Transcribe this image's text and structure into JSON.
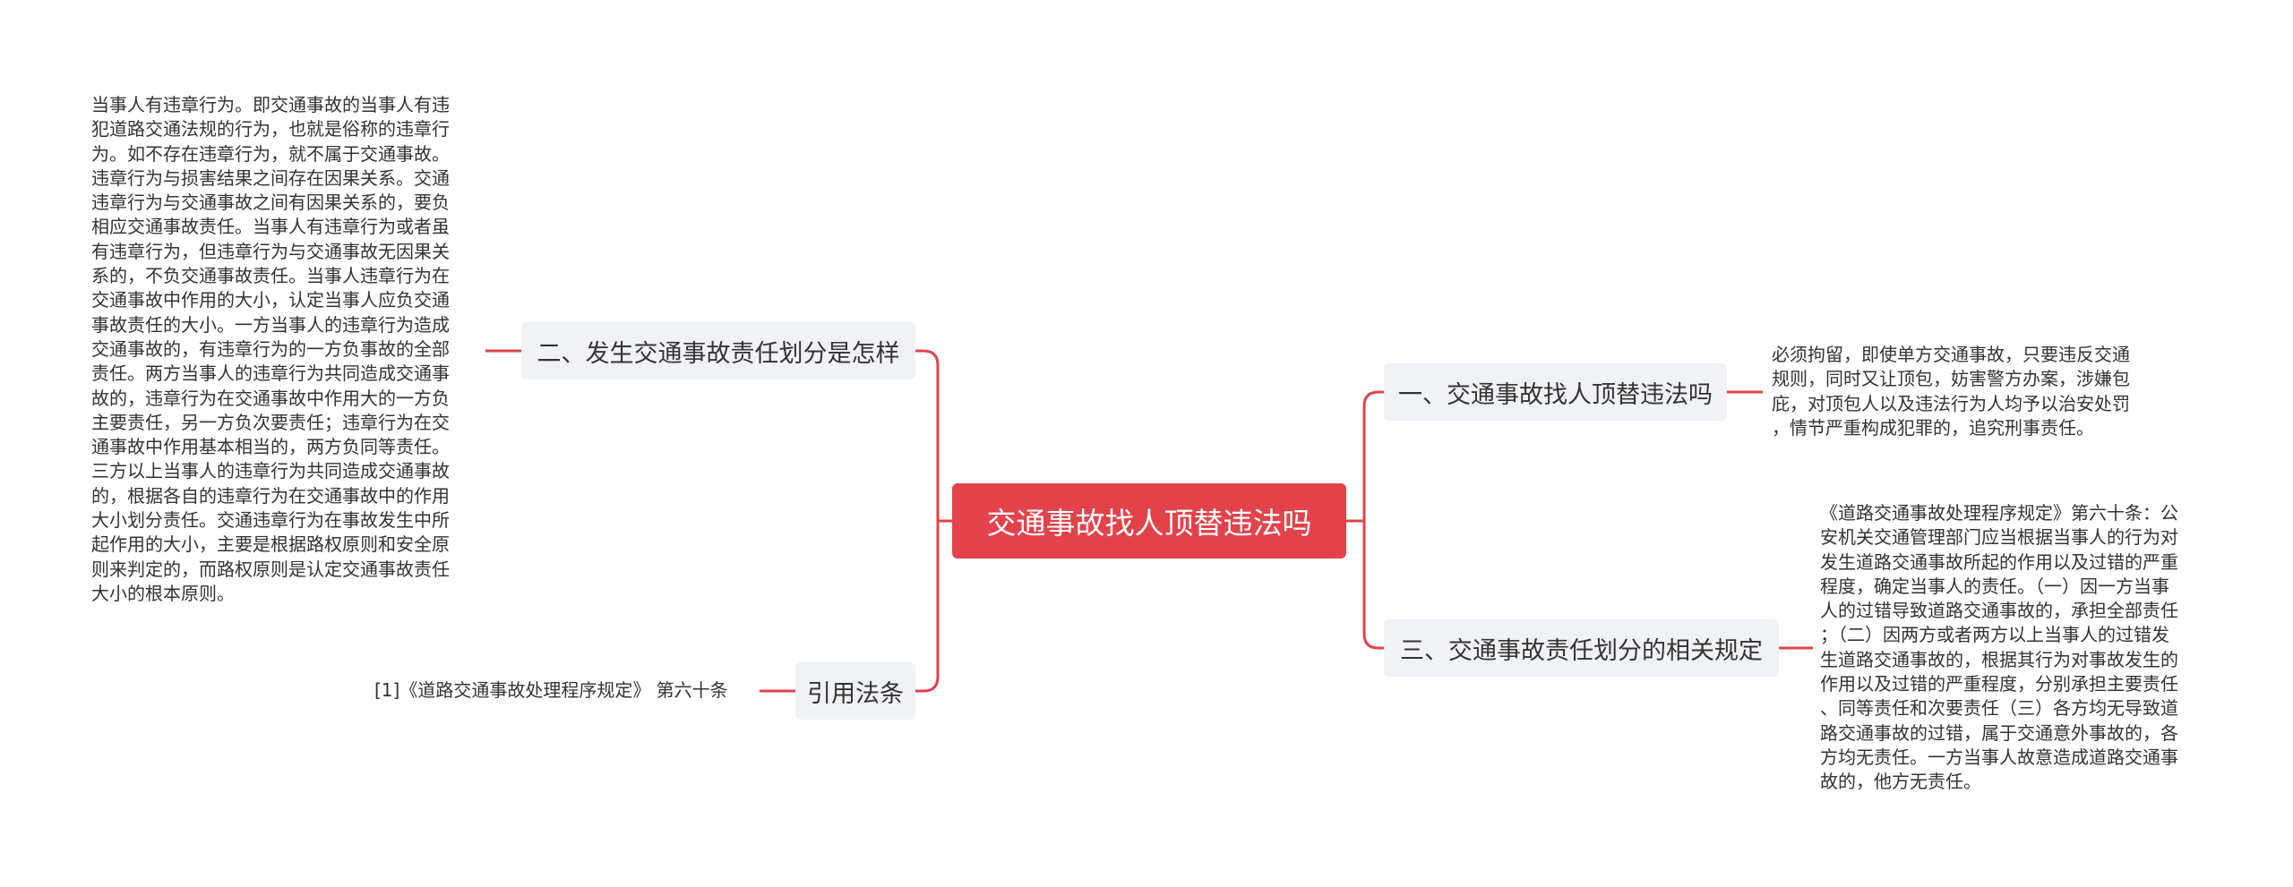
{
  "mindmap": {
    "root": {
      "title": "交通事故找人顶替违法吗"
    },
    "left_branches": [
      {
        "label": "二、发生交通事故责任划分是怎样",
        "detail": "当事人有违章行为。即交通事故的当事人有违\n犯道路交通法规的行为，也就是俗称的违章行\n为。如不存在违章行为，就不属于交通事故。\n违章行为与损害结果之间存在因果关系。交通\n违章行为与交通事故之间有因果关系的，要负\n相应交通事故责任。当事人有违章行为或者虽\n有违章行为，但违章行为与交通事故无因果关\n系的，不负交通事故责任。当事人违章行为在\n交通事故中作用的大小，认定当事人应负交通\n事故责任的大小。一方当事人的违章行为造成\n交通事故的，有违章行为的一方负事故的全部\n责任。两方当事人的违章行为共同造成交通事\n故的，违章行为在交通事故中作用大的一方负\n主要责任，另一方负次要责任；违章行为在交\n通事故中作用基本相当的，两方负同等责任。\n三方以上当事人的违章行为共同造成交通事故\n的，根据各自的违章行为在交通事故中的作用\n大小划分责任。交通违章行为在事故发生中所\n起作用的大小，主要是根据路权原则和安全原\n则来判定的，而路权原则是认定交通事故责任\n大小的根本原则。"
      },
      {
        "label": "引用法条",
        "detail": "[1]《道路交通事故处理程序规定》 第六十条"
      }
    ],
    "right_branches": [
      {
        "label": "一、交通事故找人顶替违法吗",
        "detail": "必须拘留，即使单方交通事故，只要违反交通\n规则，同时又让顶包，妨害警方办案，涉嫌包\n庇，对顶包人以及违法行为人均予以治安处罚\n，情节严重构成犯罪的，追究刑事责任。"
      },
      {
        "label": "三、交通事故责任划分的相关规定",
        "detail": "《道路交通事故处理程序规定》第六十条：公\n安机关交通管理部门应当根据当事人的行为对\n发生道路交通事故所起的作用以及过错的严重\n程度，确定当事人的责任。（一）因一方当事\n人的过错导致道路交通事故的，承担全部责任\n；（二）因两方或者两方以上当事人的过错发\n生道路交通事故的，根据其行为对事故发生的\n作用以及过错的严重程度，分别承担主要责任\n、同等责任和次要责任（三）各方均无导致道\n路交通事故的过错，属于交通意外事故的，各\n方均无责任。一方当事人故意造成道路交通事\n故的，他方无责任。"
      }
    ]
  },
  "colors": {
    "connector": "#e2434b",
    "root_bg": "#e2434b",
    "branch_bg": "#f1f2f5",
    "text": "#333333"
  }
}
